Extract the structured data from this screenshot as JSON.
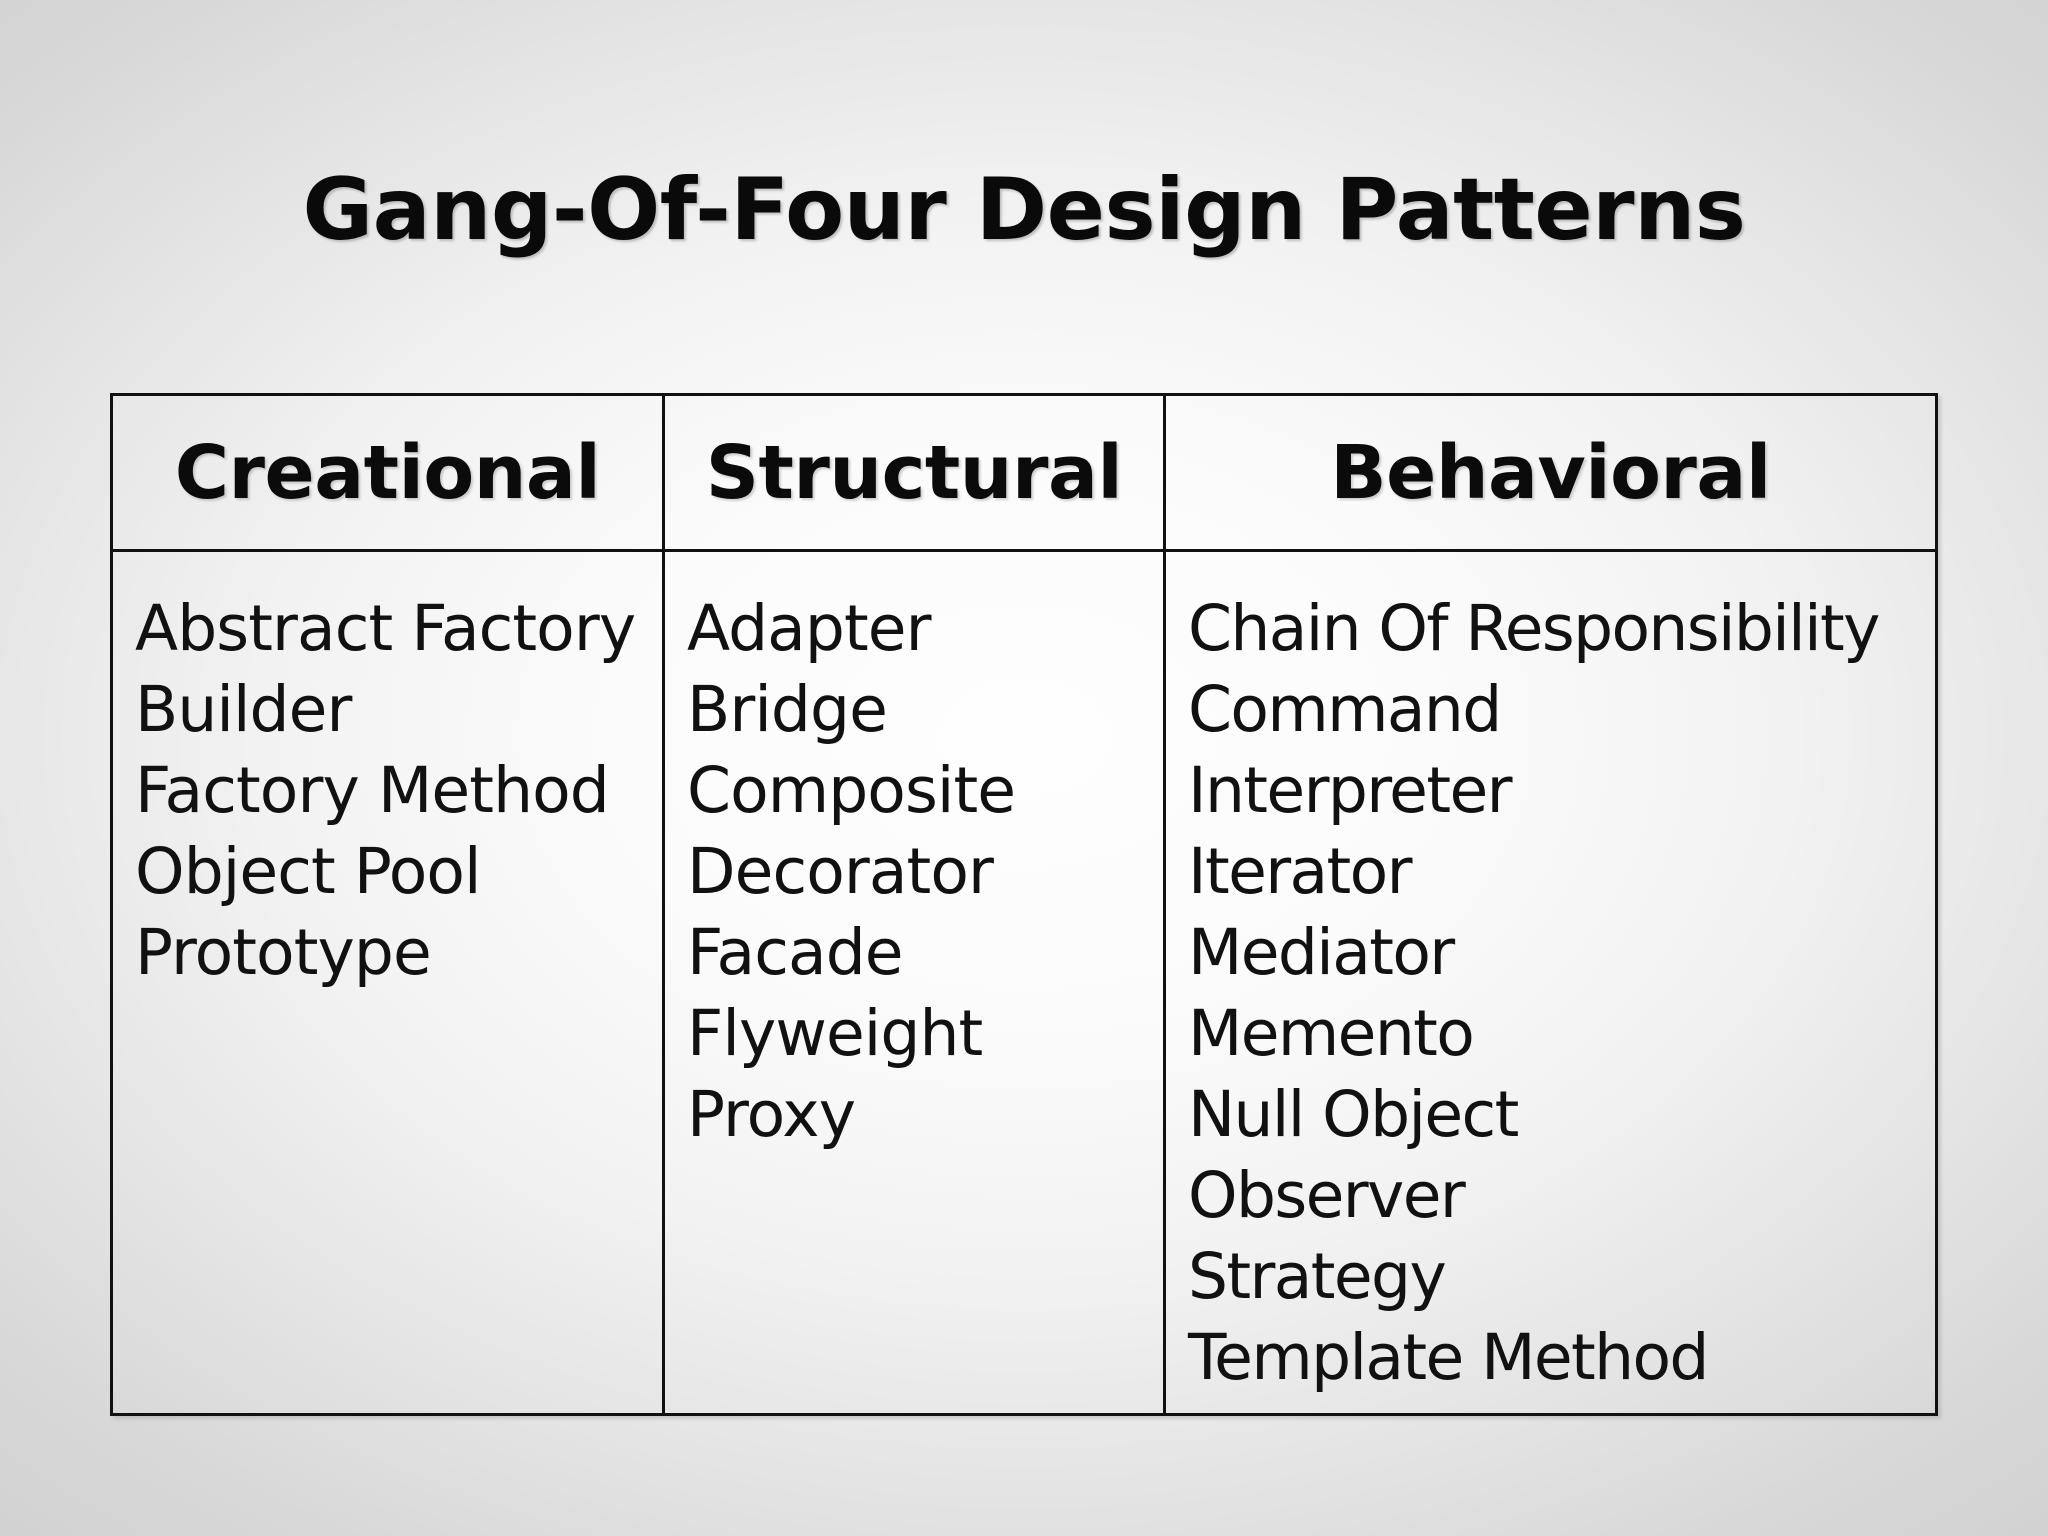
{
  "slide": {
    "title": "Gang-Of-Four Design Patterns",
    "background_start": "#fefefe",
    "background_end": "#d0d0d0",
    "text_color": "#111111",
    "border_color": "#111111"
  },
  "table": {
    "columns": [
      {
        "header": "Creational",
        "items": [
          "Abstract Factory",
          "Builder",
          "Factory Method",
          "Object Pool",
          "Prototype"
        ]
      },
      {
        "header": "Structural",
        "items": [
          "Adapter",
          "Bridge",
          "Composite",
          "Decorator",
          "Facade",
          "Flyweight",
          "Proxy"
        ]
      },
      {
        "header": "Behavioral",
        "items": [
          "Chain Of Responsibility",
          "Command",
          "Interpreter",
          "Iterator",
          "Mediator",
          "Memento",
          "Null Object",
          "Observer",
          "Strategy",
          "Template Method"
        ]
      }
    ]
  }
}
